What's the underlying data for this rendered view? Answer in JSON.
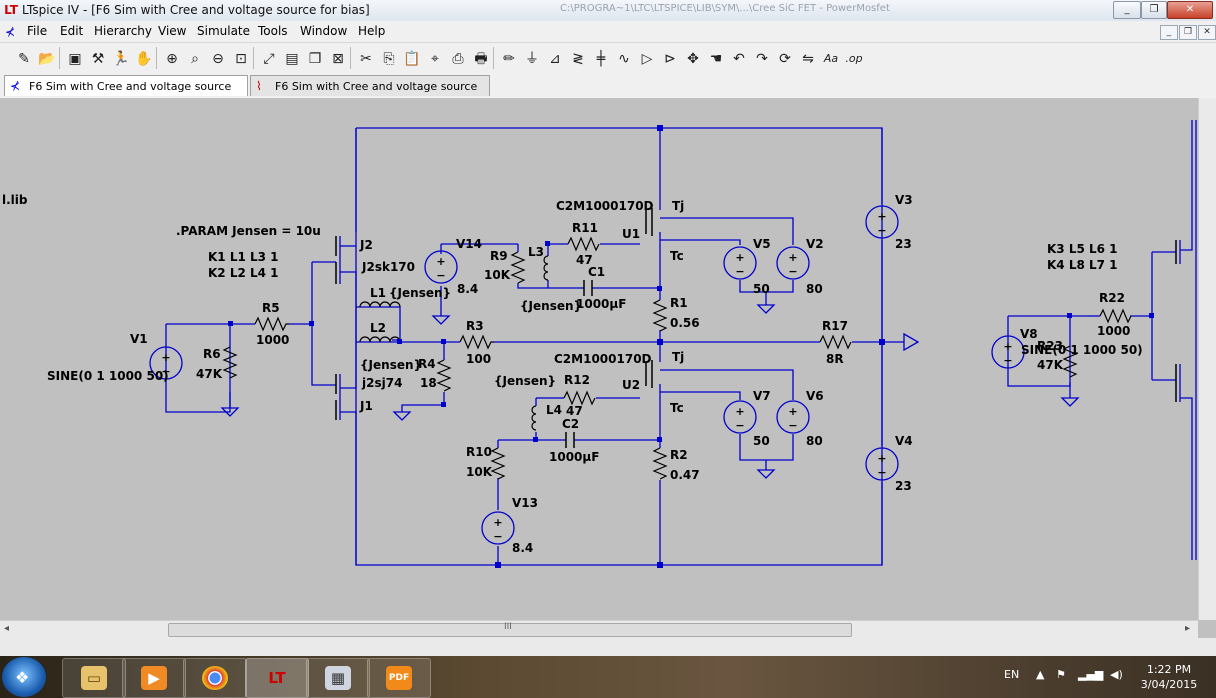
{
  "window": {
    "title": "LTspice IV - [F6 Sim with Cree and voltage source for bias]",
    "ghost_title": "C:\\PROGRA~1\\LTC\\LTSPICE\\LIB\\SYM\\...\\Cree SiC FET - PowerMosfet",
    "controls": {
      "minimize": "_",
      "restore": "❐",
      "close": "✕",
      "child_minimize": "_",
      "child_restore": "❐",
      "child_close": "✕"
    }
  },
  "menu": [
    "File",
    "Edit",
    "Hierarchy",
    "View",
    "Simulate",
    "Tools",
    "Window",
    "Help"
  ],
  "toolbar_icons": [
    "new-schematic-icon",
    "open-icon",
    "save-icon",
    "control-panel-icon",
    "run-icon",
    "halt-icon",
    "zoom-in-icon",
    "zoom-pan-icon",
    "zoom-out-icon",
    "zoom-fit-icon",
    "autorange-icon",
    "tile-icon",
    "cascade-icon",
    "close-all-icon",
    "cut-icon",
    "copy-icon",
    "paste-icon",
    "find-icon",
    "print-setup-icon",
    "print-icon",
    "draw-wire-icon",
    "ground-icon",
    "label-net-icon",
    "resistor-icon",
    "capacitor-icon",
    "inductor-icon",
    "diode-icon",
    "component-icon",
    "move-icon",
    "drag-icon",
    "undo-icon",
    "redo-icon",
    "rotate-icon",
    "mirror-icon",
    "text-icon",
    "spice-directive-icon"
  ],
  "tabs": [
    {
      "label": "F6 Sim with Cree and voltage source for bias",
      "icon": "schematic-icon",
      "active": true
    },
    {
      "label": "F6 Sim with Cree and voltage source for bias",
      "icon": "waveform-icon",
      "active": false
    }
  ],
  "schematic": {
    "lib_fragment": "l.lib",
    "directives": {
      "param": ".PARAM Jensen = 10u",
      "k_left_1": "K1 L1 L3 1",
      "k_left_2": "K2 L2 L4 1",
      "k_right_1": "K3 L5 L6 1",
      "k_right_2": "K4 L8 L7 1"
    },
    "wire_color": "#0000cc",
    "components": {
      "V1": {
        "name": "V1",
        "value": "SINE(0 1 1000 50)"
      },
      "R6": {
        "name": "R6",
        "value": "47K"
      },
      "R5": {
        "name": "R5",
        "value": "1000"
      },
      "J2": {
        "name": "J2",
        "value": "J2sk170"
      },
      "J1": {
        "name": "J1",
        "value": "j2sj74"
      },
      "L1": {
        "name": "L1",
        "value": "{Jensen}"
      },
      "L2": {
        "name": "L2",
        "value": "{Jensen}"
      },
      "R3": {
        "name": "R3",
        "value": "100"
      },
      "R4": {
        "name": "R4",
        "value": "18"
      },
      "V14": {
        "name": "V14",
        "value": "8.4"
      },
      "R9": {
        "name": "R9",
        "value": "10K"
      },
      "L3": {
        "name": "L3",
        "value": "{Jensen}"
      },
      "R11": {
        "name": "R11",
        "value": "47"
      },
      "C1": {
        "name": "C1",
        "value": "1000µF"
      },
      "U1": {
        "name": "U1",
        "model": "C2M1000170D",
        "pin_tj": "Tj",
        "pin_tc": "Tc"
      },
      "V5": {
        "name": "V5",
        "value": "50"
      },
      "V2": {
        "name": "V2",
        "value": "80"
      },
      "R1": {
        "name": "R1",
        "value": "0.56"
      },
      "R17": {
        "name": "R17",
        "value": "8R"
      },
      "V3": {
        "name": "V3",
        "value": "23"
      },
      "V4": {
        "name": "V4",
        "value": "23"
      },
      "U2": {
        "name": "U2",
        "model": "C2M1000170D",
        "pin_tj": "Tj",
        "pin_tc": "Tc"
      },
      "L4": {
        "name": "L4",
        "value": "{Jensen}"
      },
      "R12": {
        "name": "R12",
        "value": "47"
      },
      "C2": {
        "name": "C2",
        "value": "1000µF"
      },
      "V7": {
        "name": "V7",
        "value": "50"
      },
      "V6": {
        "name": "V6",
        "value": "80"
      },
      "R2": {
        "name": "R2",
        "value": "0.47"
      },
      "R10": {
        "name": "R10",
        "value": "10K"
      },
      "V13": {
        "name": "V13",
        "value": "8.4"
      },
      "V8": {
        "name": "V8",
        "value": "SINE(0 1 1000 50)"
      },
      "R22": {
        "name": "R22",
        "value": "1000"
      },
      "R23": {
        "name": "R23",
        "value": "47K"
      }
    }
  },
  "scrollbar": {
    "left_arrow": "◂",
    "right_arrow": "▸",
    "grip": "III"
  },
  "taskbar": {
    "buttons": [
      "file-explorer-icon",
      "media-player-icon",
      "chrome-icon",
      "ltspice-icon",
      "calculator-icon",
      "pdf-creator-icon"
    ],
    "pdf_label": "PDF",
    "language": "EN",
    "time": "1:22 PM",
    "date": "3/04/2015"
  }
}
